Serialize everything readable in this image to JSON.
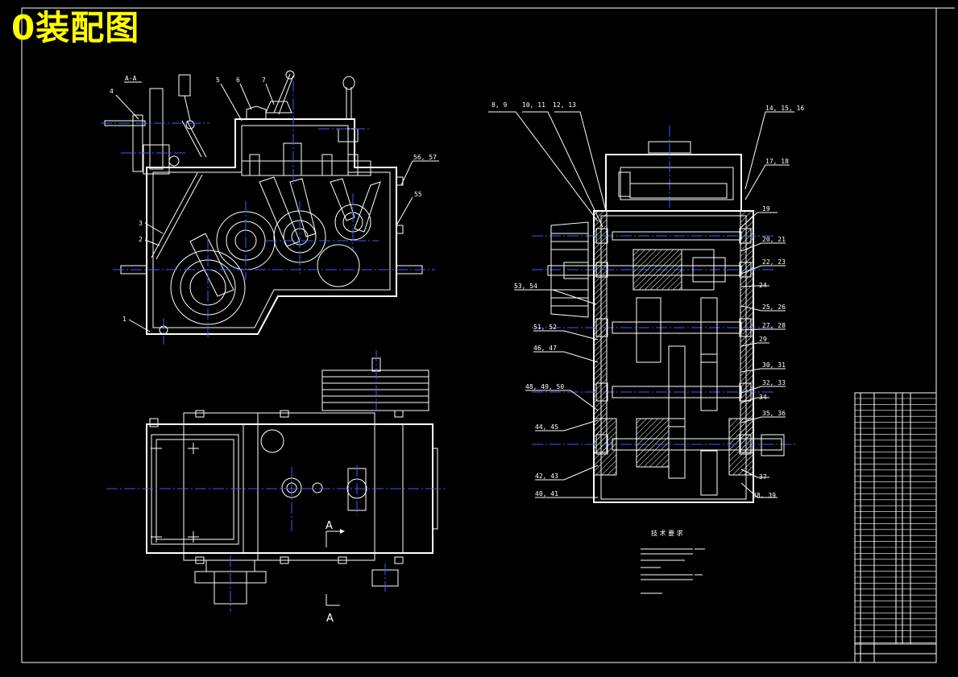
{
  "drawing": {
    "title": "0装配图",
    "section_label": "A-A",
    "view_marker": "A",
    "tech_requirements_title": "技 术 要 求"
  },
  "left_view_callouts": [
    "4",
    "5",
    "6",
    "7",
    "3",
    "2",
    "1",
    "56, 57",
    "55"
  ],
  "right_view_callouts": {
    "left": [
      "8, 9",
      "10, 11",
      "12, 13",
      "53, 54",
      "51, 52",
      "46, 47",
      "48, 49, 50",
      "44, 45",
      "42, 43",
      "40, 41"
    ],
    "right": [
      "14, 15, 16",
      "17, 18",
      "19",
      "20, 21",
      "22, 23",
      "24",
      "25, 26",
      "27, 28",
      "29",
      "30, 31",
      "32, 33",
      "34",
      "35, 36",
      "37",
      "38, 39"
    ]
  },
  "colors": {
    "background": "#000000",
    "outline": "#ffffff",
    "centerline": "#3c5cff",
    "title": "#ffff00"
  }
}
